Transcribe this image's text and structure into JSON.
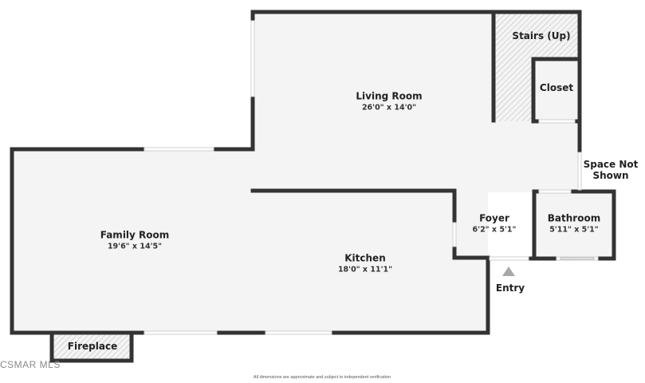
{
  "floor_plan": {
    "colors": {
      "wall": "#333333",
      "floor": "#f4f4f4",
      "hatch": "#bbbbbb",
      "window": "#ffffff",
      "entry_arrow": "#a8a8a8",
      "background": "#ffffff"
    },
    "rooms": [
      {
        "name": "Living Room",
        "dimensions": "26'0\" x 14'0\""
      },
      {
        "name": "Family Room",
        "dimensions": "19'6\" x 14'5\""
      },
      {
        "name": "Kitchen",
        "dimensions": "18'0\" x 11'1\""
      },
      {
        "name": "Foyer",
        "dimensions": "6'2\" x 5'1\""
      },
      {
        "name": "Bathroom",
        "dimensions": "5'11\" x 5'1\""
      },
      {
        "name": "Stairs (Up)",
        "dimensions": ""
      },
      {
        "name": "Closet",
        "dimensions": ""
      },
      {
        "name": "Fireplace",
        "dimensions": ""
      }
    ],
    "annotations": {
      "space_not_shown_line1": "Space Not",
      "space_not_shown_line2": "Shown",
      "entry": "Entry"
    },
    "watermark": "CSMAR MLS",
    "disclaimer": "All dimensions are approximate and subject to independent verification"
  }
}
